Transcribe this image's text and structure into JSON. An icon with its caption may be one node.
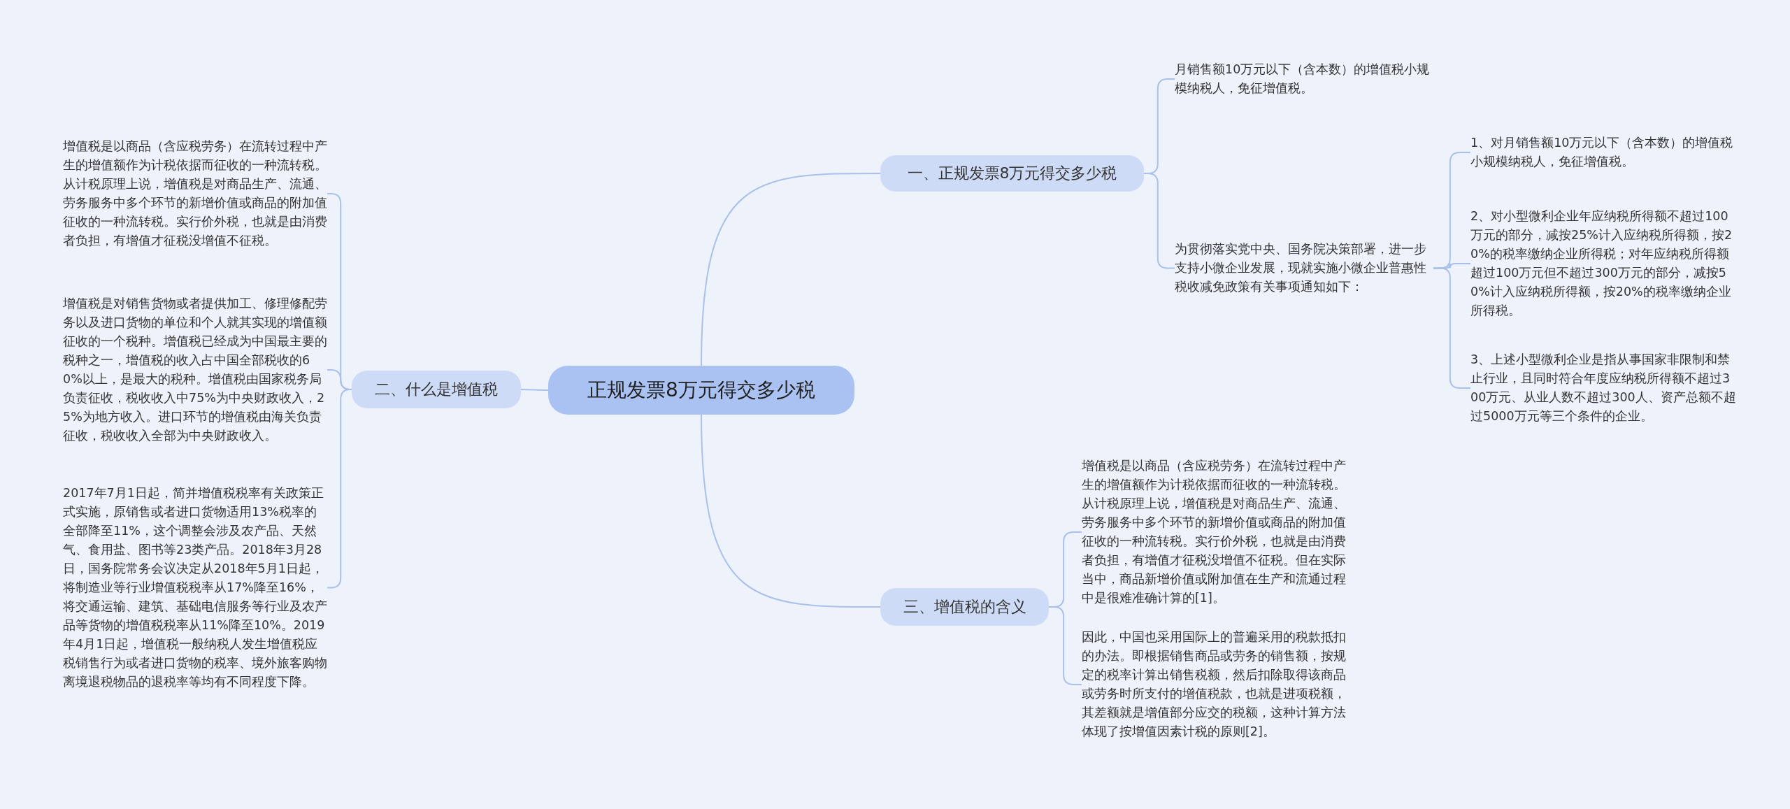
{
  "diagram": {
    "nodes": [
      {
        "text": [
          "正规发票8万元得交多少税"
        ]
      },
      {
        "text": [
          "一、正规发票8万元得交多少税"
        ]
      },
      {
        "text": [
          "月销售额10万元以下（含本数）的增值税小规模纳税人，免征增值税。"
        ]
      },
      {
        "text": [
          "为贯彻落实党中央、国务院决策部署，进一步支持小微企业发展，现就实施小微企业普惠性税收减免政策有关事项通知如下："
        ]
      },
      {
        "text": [
          "1、对月销售额10万元以下（含本数）的增值税小规模纳税人，免征增值税。"
        ]
      },
      {
        "text": [
          "2、对小型微利企业年应纳税所得额不超过100万元的部分，减按25%计入应纳税所得额，按20%的税率缴纳企业所得税；对年应纳税所得额超过100万元但不超过300万元的部分，减按50%计入应纳税所得额，按20%的税率缴纳企业所得税。"
        ]
      },
      {
        "text": [
          "3、上述小型微利企业是指从事国家非限制和禁止行业，且同时符合年度应纳税所得额不超过300万元、从业人数不超过300人、资产总额不超过5000万元等三个条件的企业。"
        ]
      },
      {
        "text": [
          "二、什么是增值税"
        ]
      },
      {
        "text": [
          "增值税是以商品（含应税劳务）在流转过程中产生的增值额作为计税依据而征收的一种流转税。从计税原理上说，增值税是对商品生产、流通、劳务服务中多个环节的新增价值或商品的附加值征收的一种流转税。实行价外税，也就是由消费者负担，有增值才征税没增值不征税。"
        ]
      },
      {
        "text": [
          "增值税是对销售货物或者提供加工、修理修配劳务以及进口货物的单位和个人就其实现的增值额征收的一个税种。增值税已经成为中国最主要的税种之一，增值税的收入占中国全部税收的60%以上，是最大的税种。增值税由国家税务局负责征收，税收收入中75%为中央财政收入，25%为地方收入。进口环节的增值税由海关负责征收，税收收入全部为中央财政收入。"
        ]
      },
      {
        "text": [
          "2017年7月1日起，简并增值税税率有关政策正式实施，原销售或者进口货物适用13%税率的全部降至11%，这个调整会涉及农产品、天然气、食用盐、图书等23类产品。2018年3月28日，国务院常务会议决定从2018年5月1日起，将制造业等行业增值税税率从17%降至16%，将交通运输、建筑、基础电信服务等行业及农产品等货物的增值税税率从11%降至10%。2019年4月1日起，增值税一般纳税人发生增值税应税销售行为或者进口货物的税率、境外旅客购物离境退税物品的退税率等均有不同程度下降。"
        ]
      },
      {
        "text": [
          "三、增值税的含义"
        ]
      },
      {
        "text": [
          "增值税是以商品（含应税劳务）在流转过程中产生的增值额作为计税依据而征收的一种流转税。从计税原理上说，增值税是对商品生产、流通、劳务服务中多个环节的新增价值或商品的附加值征收的一种流转税。实行价外税，也就是由消费者负担，有增值才征税没增值不征税。但在实际当中，商品新增价值或附加值在生产和流通过程中是很难准确计算的[1]。"
        ]
      },
      {
        "text": [
          "因此，中国也采用国际上的普遍采用的税款抵扣的办法。即根据销售商品或劳务的销售额，按规定的税率计算出销售税额，然后扣除取得该商品或劳务时所支付的增值税款，也就是进项税额，其差额就是增值部分应交的税额，这种计算方法体现了按增值因素计税的原则[2]。"
        ]
      }
    ],
    "edges": [
      {
        "from": 0,
        "to": 1,
        "arrow": "none"
      },
      {
        "from": 0,
        "to": 7,
        "arrow": "none"
      },
      {
        "from": 0,
        "to": 11,
        "arrow": "none"
      },
      {
        "from": 1,
        "to": 2,
        "arrow": "none"
      },
      {
        "from": 1,
        "to": 3,
        "arrow": "none"
      },
      {
        "from": 3,
        "to": 4,
        "arrow": "none"
      },
      {
        "from": 3,
        "to": 5,
        "arrow": "none"
      },
      {
        "from": 3,
        "to": 6,
        "arrow": "none"
      },
      {
        "from": 7,
        "to": 8,
        "arrow": "none"
      },
      {
        "from": 7,
        "to": 9,
        "arrow": "none"
      },
      {
        "from": 7,
        "to": 10,
        "arrow": "none"
      },
      {
        "from": 11,
        "to": 12,
        "arrow": "none"
      },
      {
        "from": 11,
        "to": 13,
        "arrow": "none"
      }
    ]
  }
}
